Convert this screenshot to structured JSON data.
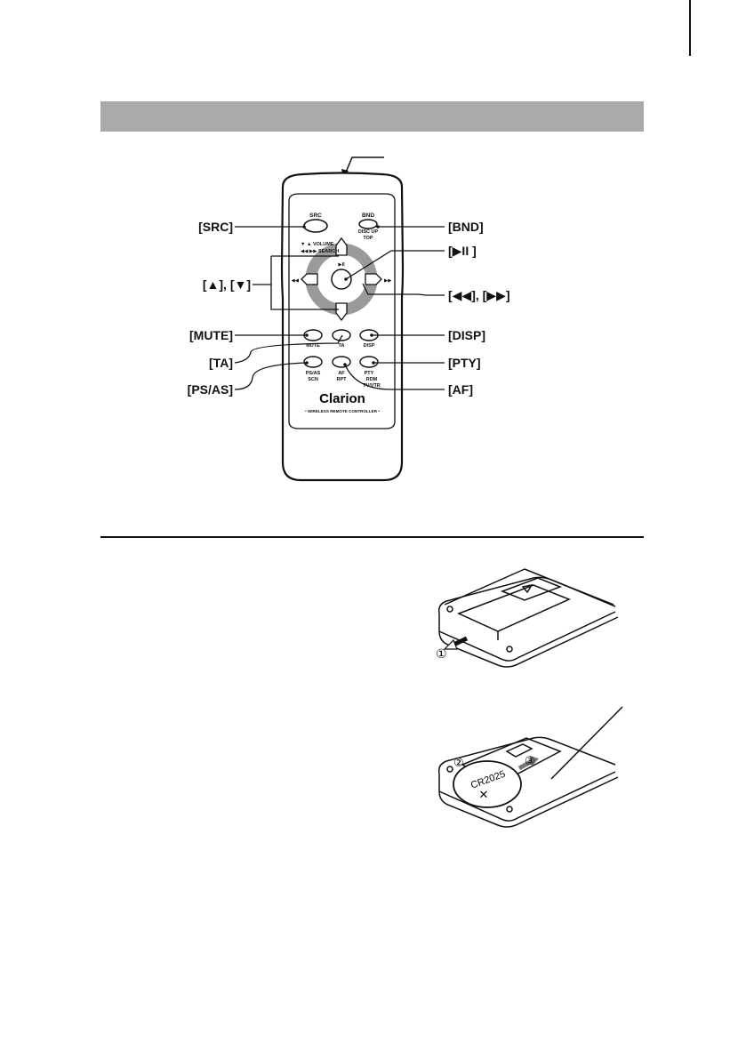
{
  "remote": {
    "callouts": {
      "src": "[SRC]",
      "bnd": "[BND]",
      "play_pause": "[▶II ]",
      "up_down": "[▲], [▼]",
      "skip": "[◀◀], [▶▶]",
      "mute": "[MUTE]",
      "disp": "[DISP]",
      "ta": "[TA]",
      "pty": "[PTY]",
      "psas": "[PS/AS]",
      "af": "[AF]"
    },
    "buttons": {
      "src": "SRC",
      "bnd": "BND",
      "bnd_sub1": "DISC UP",
      "bnd_sub2": "TOP",
      "volume": "▼ ▲ VOLUME",
      "search": "◀◀ ▶▶ SEARCH",
      "play_pause": "▶II",
      "mute": "MUTE",
      "ta": "TA",
      "disp": "DISP",
      "psas": "PS/AS",
      "psas_sub": "SCN",
      "af": "AF",
      "af_sub": "RPT",
      "pty": "PTY",
      "pty_sub1": "RDM",
      "pty_sub2": "TV/VTR"
    },
    "brand": "Clarion",
    "model_line": "• WIRELESS REMOTE CONTROLLER •"
  },
  "battery": {
    "step1": "①",
    "step2": "②",
    "step3": "③",
    "cell_model": "CR2025",
    "cell_mark": "✕"
  }
}
